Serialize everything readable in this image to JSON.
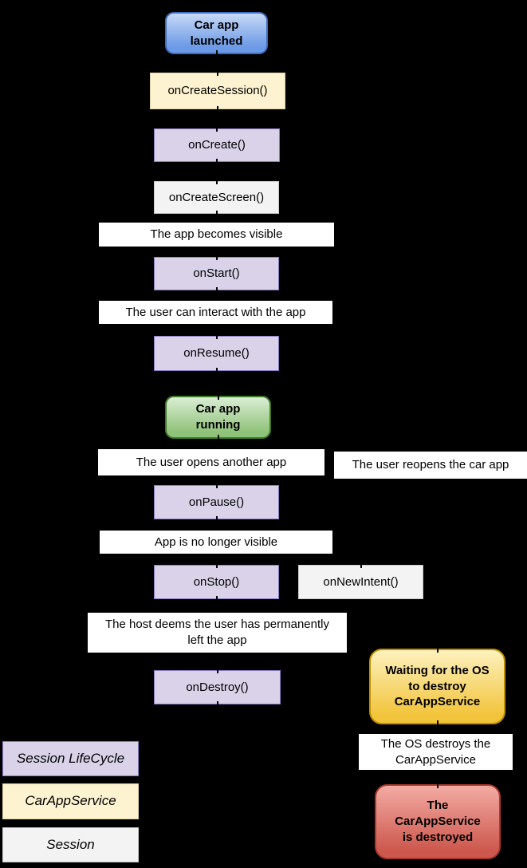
{
  "nodes": {
    "car_app_launched": "Car app\nlaunched",
    "on_create_session": "onCreateSession()",
    "on_create": "onCreate()",
    "on_create_screen": "onCreateScreen()",
    "app_becomes_visible": "The app becomes visible",
    "on_start": "onStart()",
    "user_can_interact": "The user can interact with the app",
    "on_resume": "onResume()",
    "car_app_running": "Car app\nrunning",
    "user_opens_another_app": "The user opens another app",
    "user_reopens_car_app": "The user reopens the car app",
    "on_pause": "onPause()",
    "app_no_longer_visible": "App is no longer visible",
    "on_stop": "onStop()",
    "on_new_intent": "onNewIntent()",
    "host_deems_left": "The host deems the user has permanently\nleft the app",
    "on_destroy": "onDestroy()",
    "waiting_os_destroy": "Waiting for the OS\nto destroy\nCarAppService",
    "os_destroys": "The OS destroys the\nCarAppService",
    "car_app_service_destroyed": "The\nCarAppService\nis destroyed"
  },
  "legend": {
    "session_lifecycle": "Session LifeCycle",
    "car_app_service": "CarAppService",
    "session": "Session"
  },
  "colors": {
    "background": "#000000",
    "session_lifecycle_fill": "#d9d2e9",
    "car_app_service_fill": "#fdf3d0",
    "session_fill": "#f3f3f3",
    "launched_blue": "#6d9ae6",
    "running_green": "#8fc279",
    "waiting_yellow": "#f2c43b",
    "destroyed_red": "#cd584d",
    "note_white": "#ffffff"
  }
}
